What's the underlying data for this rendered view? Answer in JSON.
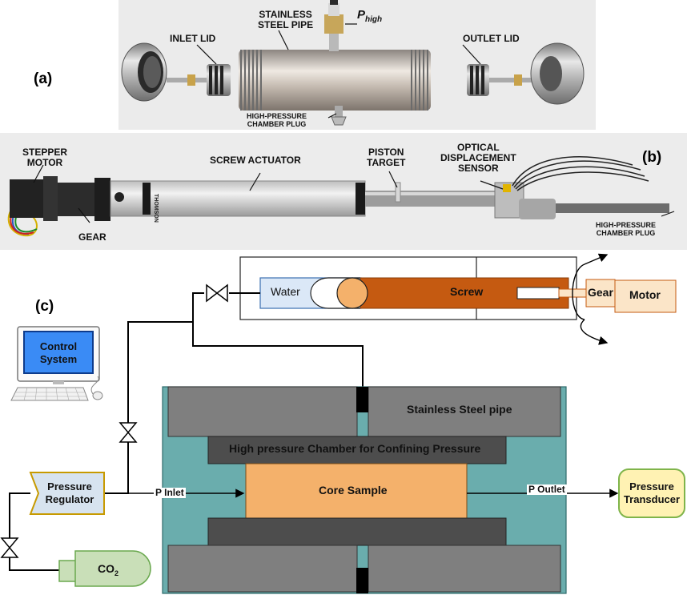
{
  "panel_a": {
    "tag": "(a)",
    "labels": {
      "inlet_lid": "INLET LID",
      "steel_pipe_line1": "STAINLESS",
      "steel_pipe_line2": "STEEL PIPE",
      "p_high_base": "P",
      "p_high_sub": "high",
      "outlet_lid": "OUTLET LID",
      "plug_line1": "HIGH-PRESSURE",
      "plug_line2": "CHAMBER PLUG"
    }
  },
  "panel_b": {
    "tag": "(b)",
    "labels": {
      "stepper_line1": "STEPPER",
      "stepper_line2": "MOTOR",
      "gear": "GEAR",
      "screw_actuator": "SCREW ACTUATOR",
      "piston_line1": "PISTON",
      "piston_line2": "TARGET",
      "optical_line1": "OPTICAL",
      "optical_line2": "DISPLACEMENT",
      "optical_line3": "SENSOR",
      "plug_line1": "HIGH-PRESSURE",
      "plug_line2": "CHAMBER PLUG",
      "brand": "THOMSON"
    }
  },
  "panel_c": {
    "tag": "(c)",
    "water": "Water",
    "screw": "Screw",
    "gear": "Gear",
    "motor": "Motor",
    "control_line1": "Control",
    "control_line2": "System",
    "steel_pipe": "Stainless Steel pipe",
    "chamber": "High pressure Chamber for Confining  Pressure",
    "core": "Core Sample",
    "regulator_line1": "Pressure",
    "regulator_line2": "Regulator",
    "p_inlet": "P Inlet",
    "p_outlet": "P Outlet",
    "transducer_line1": "Pressure",
    "transducer_line2": "Transducer",
    "co2_base": "CO",
    "co2_sub": "2"
  },
  "colors": {
    "water": "#dbe8f7",
    "screw": "#c55a11",
    "gear_motor": "#fbe5c8",
    "teal": "#6aadad",
    "steel": "#7f7f7f",
    "chamber": "#4d4d4d",
    "core": "#f4b16b",
    "regulator": "#d7e3ef",
    "transducer": "#fff2b3",
    "co2": "#c9dfb8",
    "screen": "#3a8bf5"
  }
}
